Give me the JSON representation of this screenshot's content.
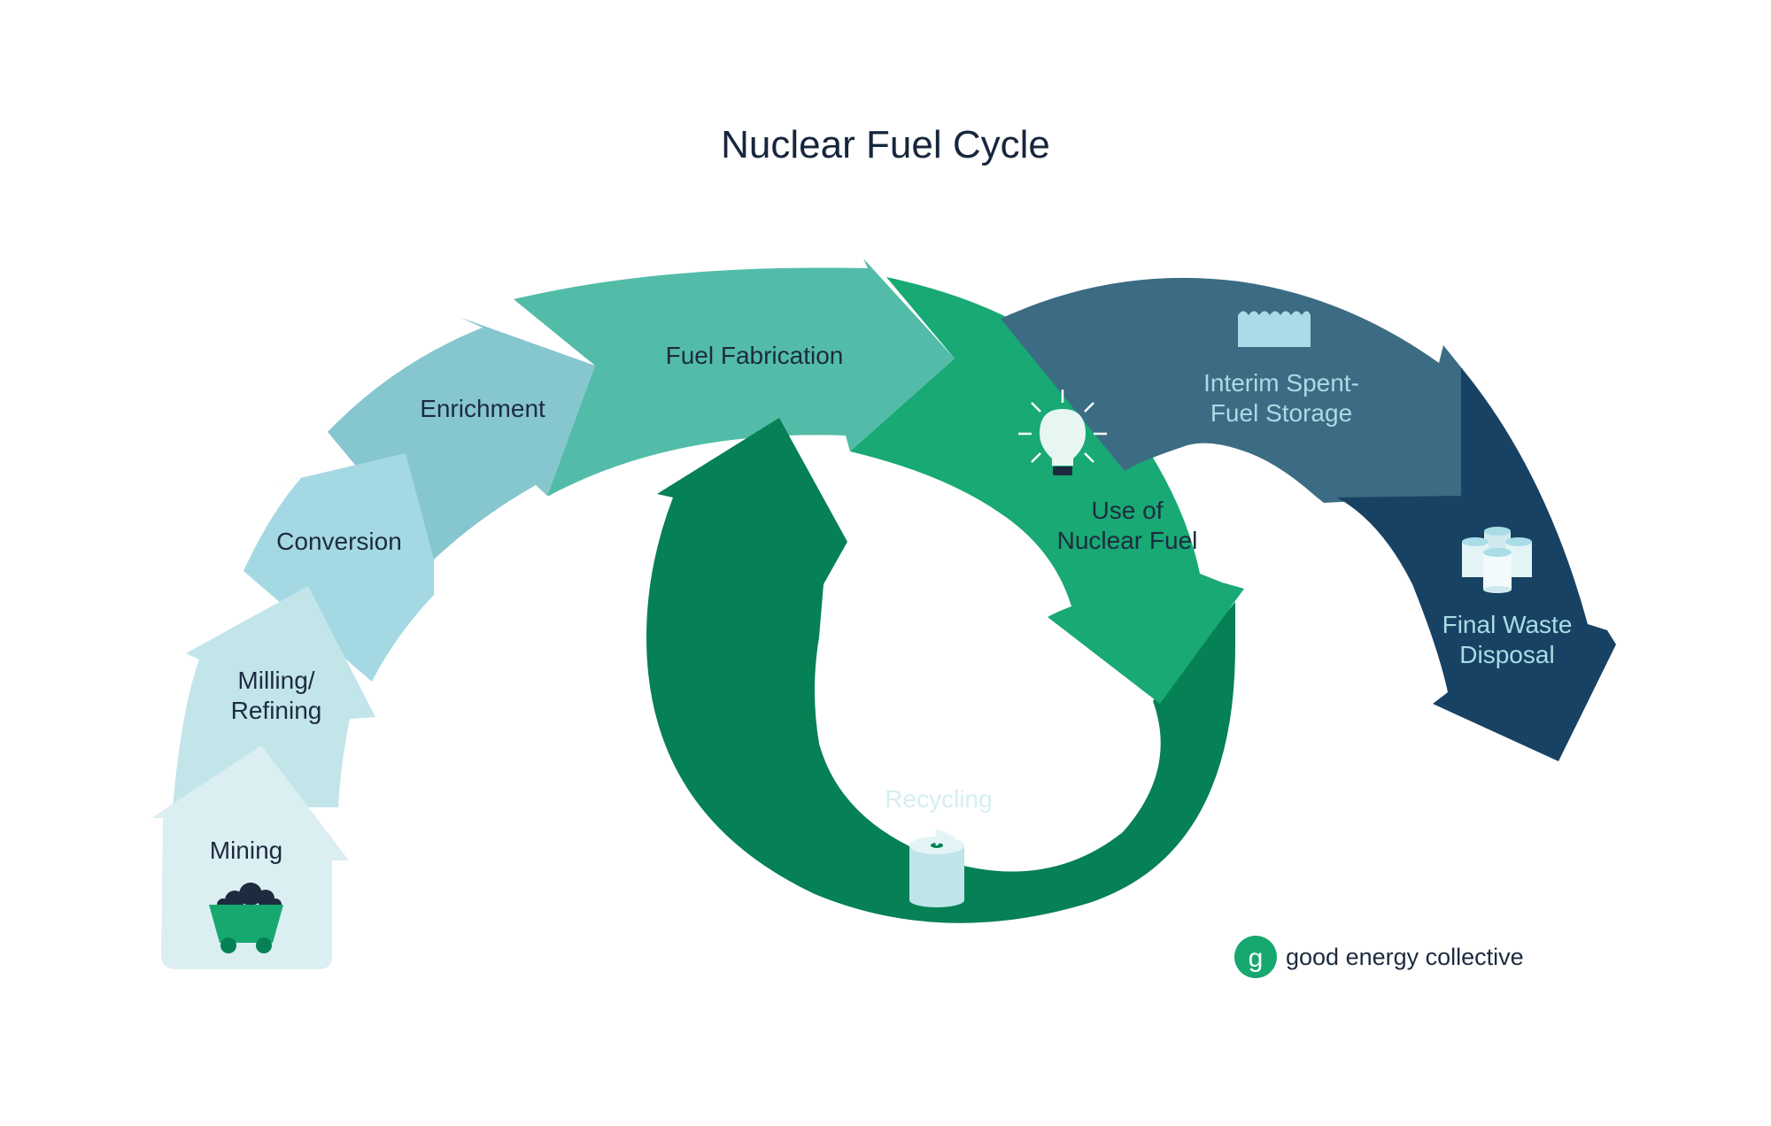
{
  "title": "Nuclear Fuel Cycle",
  "stages": {
    "mining": {
      "label": "Mining",
      "icon": "mine-cart-icon",
      "color": "#dbeef1"
    },
    "milling": {
      "line1": "Milling/",
      "line2": "Refining",
      "color": "#c2e5ea"
    },
    "conversion": {
      "label": "Conversion",
      "color": "#a4d9e3"
    },
    "enrichment": {
      "label": "Enrichment",
      "color": "#86c6cf"
    },
    "fabrication": {
      "label": "Fuel Fabrication",
      "color": "#52bca8"
    },
    "use": {
      "line1": "Use of",
      "line2": "Nuclear Fuel",
      "icon": "lightbulb-icon",
      "color": "#18a974"
    },
    "recycling": {
      "label": "Recycling",
      "icon": "recycling-canister-icon",
      "color": "#068055"
    },
    "storage": {
      "line1": "Interim Spent-",
      "line2": "Fuel Storage",
      "icon": "storage-pool-icon",
      "color": "#3b6c83"
    },
    "disposal": {
      "line1": "Final Waste",
      "line2": "Disposal",
      "icon": "waste-canisters-icon",
      "color": "#184263"
    }
  },
  "brand": {
    "name": "good energy collective",
    "icon": "good-energy-logo-icon",
    "color": "#17a870"
  },
  "colors": {
    "title": "#17263d",
    "dark_text": "#1d2b3f",
    "light_text": "#d6eef2",
    "icon_light": "#a9dce6"
  }
}
